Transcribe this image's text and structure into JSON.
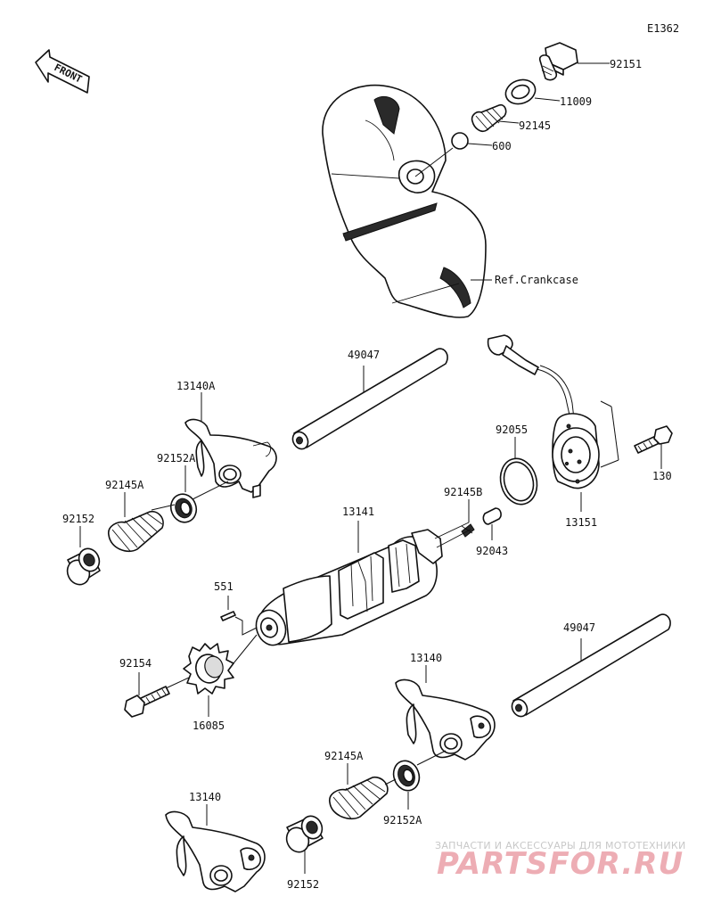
{
  "diagram_code": "E1362",
  "front_label": "FRONT",
  "reference_label": "Ref.Crankcase",
  "parts": {
    "bolt_top": "92151",
    "washer_top": "11009",
    "spring_top": "92145",
    "ball": "600",
    "rod_upper": "49047",
    "fork_upper": "13140A",
    "collar_fork_upper": "92152A",
    "spring_left": "92145A",
    "collar_left": "92152",
    "connector_sensor": "92055",
    "bolt_sensor": "130",
    "sensor": "13151",
    "drum": "13141",
    "spring_small": "92145B",
    "pin_small": "92043",
    "pin_551": "551",
    "bolt_gear": "92154",
    "gear": "16085",
    "rod_lower": "49047",
    "fork_mid": "13140",
    "spring_lower": "92145A",
    "collar_lower": "92152A",
    "fork_bottom": "13140",
    "collar_bottom": "92152"
  },
  "watermark": {
    "line1": "ЗАПЧАСТИ И АКСЕССУАРЫ ДЛЯ МОТОТЕХНИКИ",
    "line2": "PARTSFOR.RU"
  }
}
